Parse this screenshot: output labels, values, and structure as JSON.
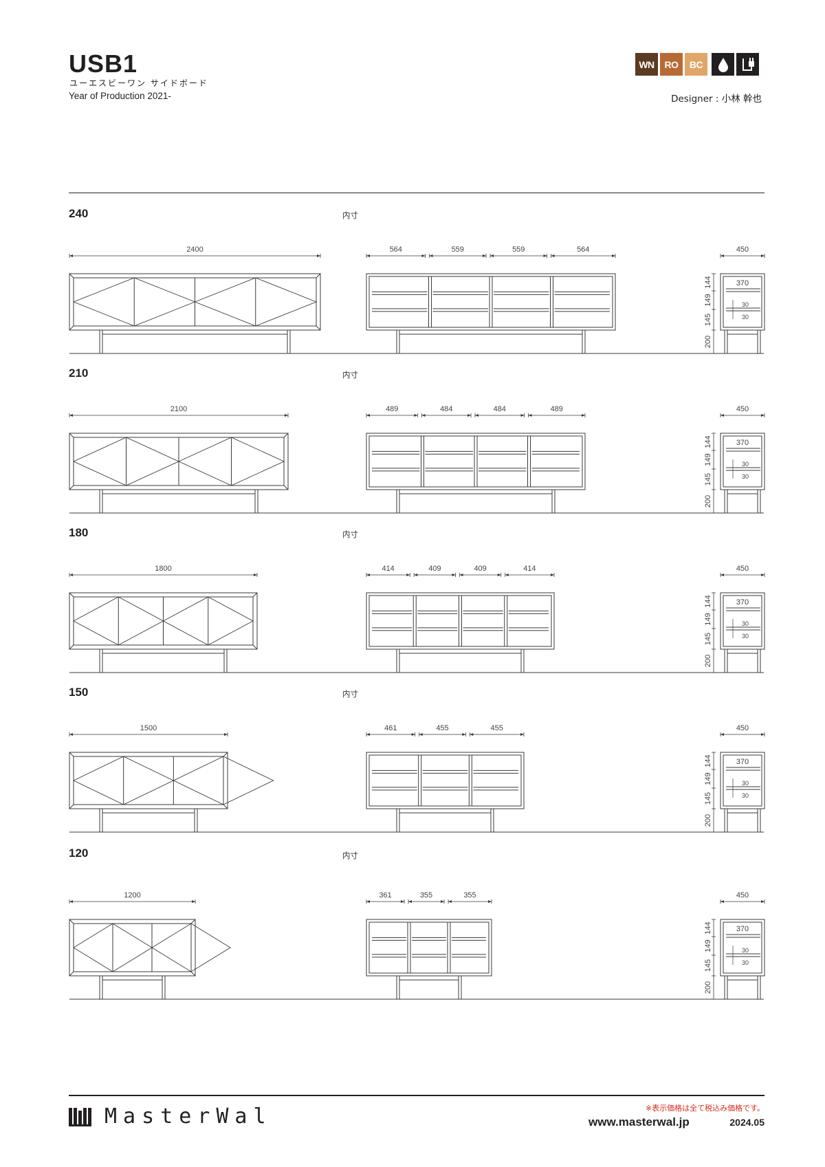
{
  "header": {
    "title": "USB1",
    "subtitle": "ユーエスビーワン サイドボード",
    "year": "Year of Production 2021-",
    "designer": "Designer : 小林 幹也",
    "badges": [
      {
        "label": "WN",
        "color": "#5b3b22"
      },
      {
        "label": "RO",
        "color": "#b86a34"
      },
      {
        "label": "BC",
        "color": "#e0a567"
      }
    ],
    "icons": [
      "water-drop-icon",
      "power-plug-icon"
    ]
  },
  "inner_label": "内寸",
  "sections": [
    {
      "size": "240",
      "width_label": "2400",
      "inner_widths": [
        "564",
        "559",
        "559",
        "564"
      ],
      "depth": "450",
      "side_inner": "370",
      "heights": [
        "144",
        "149",
        "145",
        "200"
      ],
      "gap": "30"
    },
    {
      "size": "210",
      "width_label": "2100",
      "inner_widths": [
        "489",
        "484",
        "484",
        "489"
      ],
      "depth": "450",
      "side_inner": "370",
      "heights": [
        "144",
        "149",
        "145",
        "200"
      ],
      "gap": "30"
    },
    {
      "size": "180",
      "width_label": "1800",
      "inner_widths": [
        "414",
        "409",
        "409",
        "414"
      ],
      "depth": "450",
      "side_inner": "370",
      "heights": [
        "144",
        "149",
        "145",
        "200"
      ],
      "gap": "30"
    },
    {
      "size": "150",
      "width_label": "1500",
      "inner_widths": [
        "461",
        "455",
        "455"
      ],
      "depth": "450",
      "side_inner": "370",
      "heights": [
        "144",
        "149",
        "145",
        "200"
      ],
      "gap": "30"
    },
    {
      "size": "120",
      "width_label": "1200",
      "inner_widths": [
        "361",
        "355",
        "355"
      ],
      "depth": "450",
      "side_inner": "370",
      "heights": [
        "144",
        "149",
        "145",
        "200"
      ],
      "gap": "30"
    }
  ],
  "footer": {
    "brand": "MasterWal",
    "tax_note": "※表示価格は全て税込み価格です。",
    "website": "www.masterwal.jp",
    "date": "2024.05"
  }
}
